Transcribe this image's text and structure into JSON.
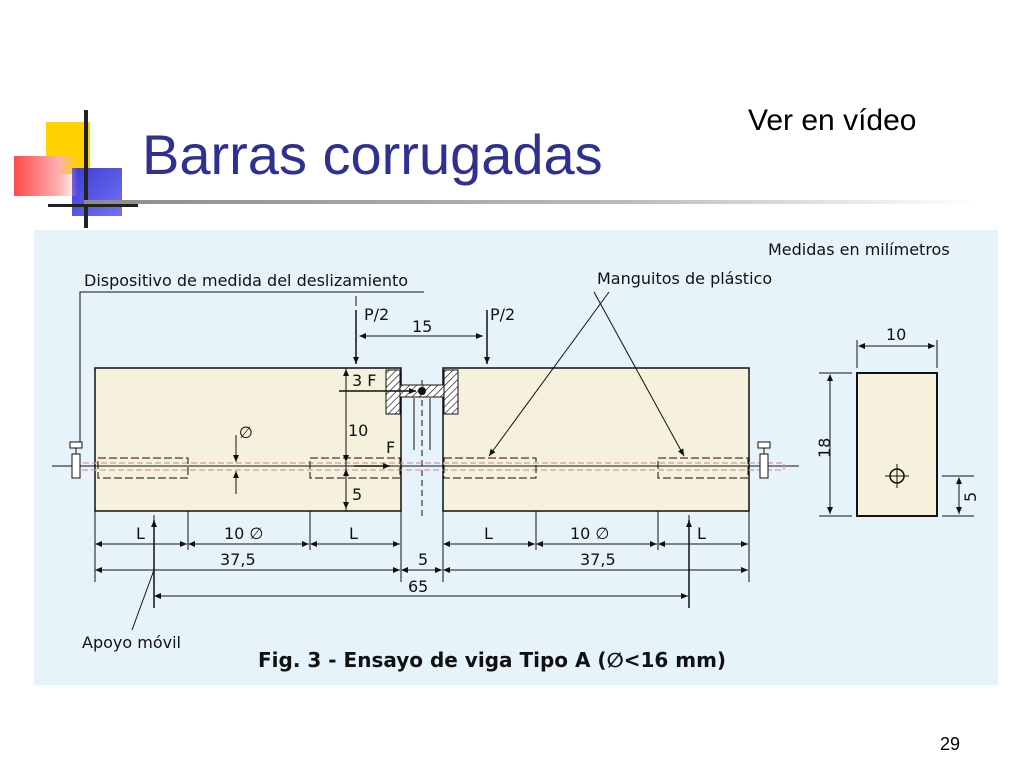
{
  "slide": {
    "title": "Barras corrugadas",
    "video_link": "Ver en vídeo",
    "page_number": "29"
  },
  "figure": {
    "caption": "Fig. 3 - Ensayo de viga Tipo A (∅<16 mm)",
    "units_note": "Medidas en milímetros",
    "labels": {
      "slip_device": "Dispositivo de medida del deslizamiento",
      "plastic_sleeves": "Manguitos de plástico",
      "support": "Apoyo móvil",
      "load_left": "P/2",
      "load_right": "P/2",
      "force_3f": "3 F",
      "force_f": "F",
      "diameter": "∅"
    },
    "dimensions": {
      "hinge_gap": "15",
      "top_height": "10",
      "bottom_height": "5",
      "section_width": "10",
      "section_height": "18",
      "section_bar_height": "5",
      "seg_L": "L",
      "seg_10d": "10 ∅",
      "span_37_5": "37,5",
      "gap_5": "5",
      "total_65": "65"
    }
  },
  "colors": {
    "title": "#2e3192",
    "figure_bg": "#e7f3fb",
    "beam_fill": "#f5f1dc",
    "bar_pink": "#d89aa0",
    "hatch_fill": "#ffffff"
  }
}
